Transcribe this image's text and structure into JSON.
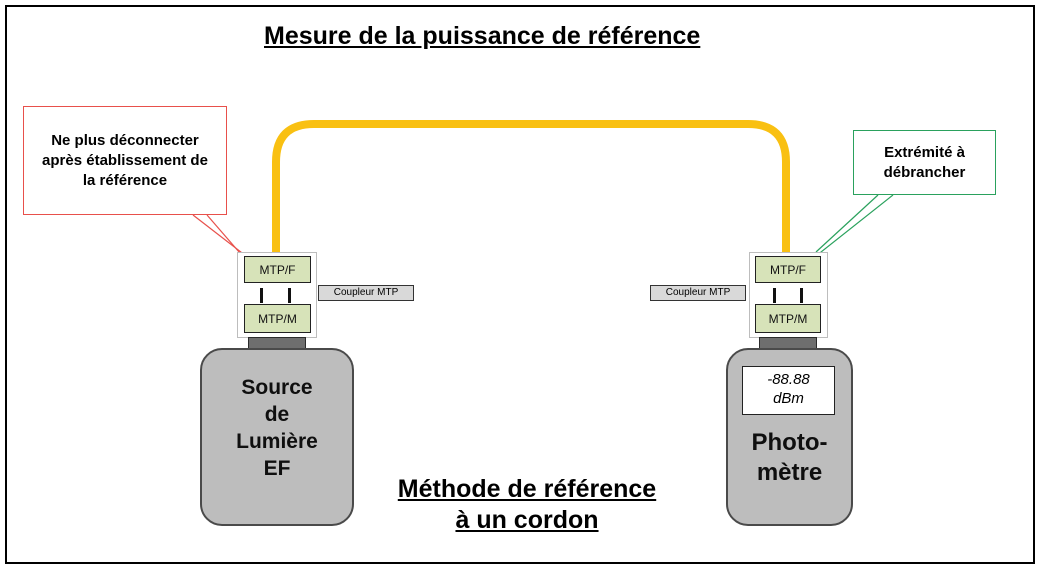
{
  "title": "Mesure de la puissance de référence",
  "method_line1": "Méthode de référence",
  "method_line2": "à un cordon",
  "callout_left": "Ne plus déconnecter après établissement de la référence",
  "callout_right": "Extrémité à débrancher",
  "left_assembly": {
    "top_connector": "MTP/F",
    "bottom_connector": "MTP/M",
    "coupler_label": "Coupleur MTP",
    "device_lines": [
      "Source",
      "de",
      "Lumière",
      "EF"
    ]
  },
  "right_assembly": {
    "top_connector": "MTP/F",
    "bottom_connector": "MTP/M",
    "coupler_label": "Coupleur MTP",
    "display_value": "-88.88",
    "display_unit": "dBm",
    "device_lines": [
      "Photo-",
      "mètre"
    ]
  },
  "colors": {
    "fiber": "#f9c012",
    "ferrule": "#d7e3b9",
    "device": "#bdbdbd",
    "callout_red": "#e8504b",
    "callout_green": "#2aa15d"
  }
}
